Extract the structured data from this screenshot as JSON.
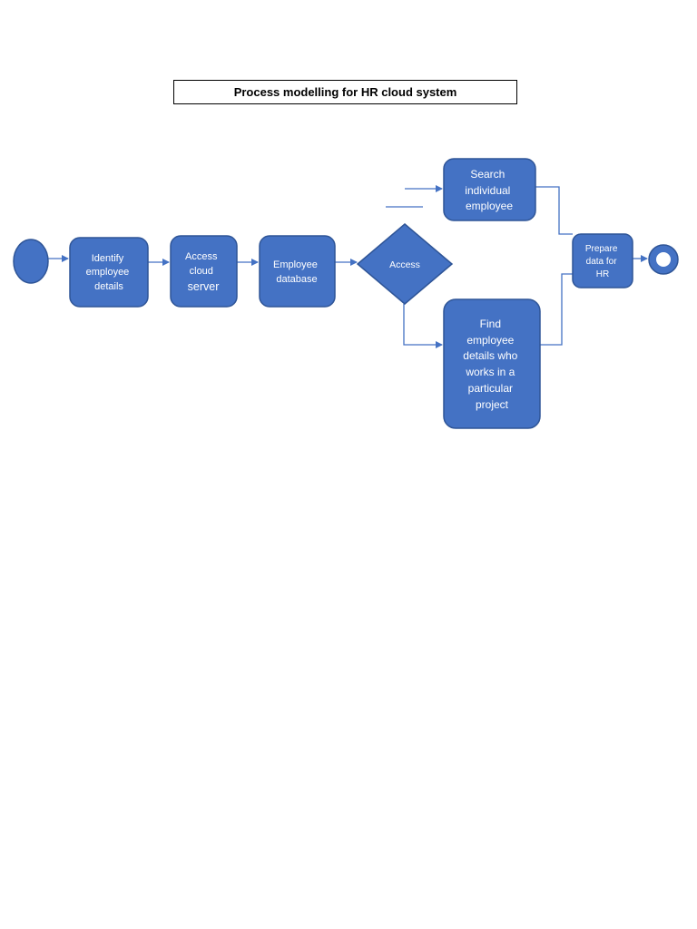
{
  "title": "Process modelling for HR cloud system",
  "colors": {
    "node_fill": "#4472C4",
    "node_stroke": "#2F5597",
    "connector": "#4472C4",
    "text": "#FFFFFF"
  },
  "nodes": {
    "start": {
      "kind": "start-event"
    },
    "identify": {
      "lines": [
        "Identify",
        "employee",
        "details"
      ]
    },
    "access_cloud": {
      "lines": [
        "Access",
        "cloud",
        "server"
      ]
    },
    "employee_db": {
      "lines": [
        "Employee",
        "database"
      ]
    },
    "access_gateway": {
      "lines": [
        "Access"
      ]
    },
    "search_individual": {
      "lines": [
        "Search",
        "individual",
        "employee"
      ]
    },
    "find_project": {
      "lines": [
        "Find",
        "employee",
        "details who",
        "works in a",
        "particular",
        "project"
      ]
    },
    "prepare_data": {
      "lines": [
        "Prepare",
        "data for",
        "HR"
      ]
    },
    "end": {
      "kind": "end-event"
    }
  }
}
